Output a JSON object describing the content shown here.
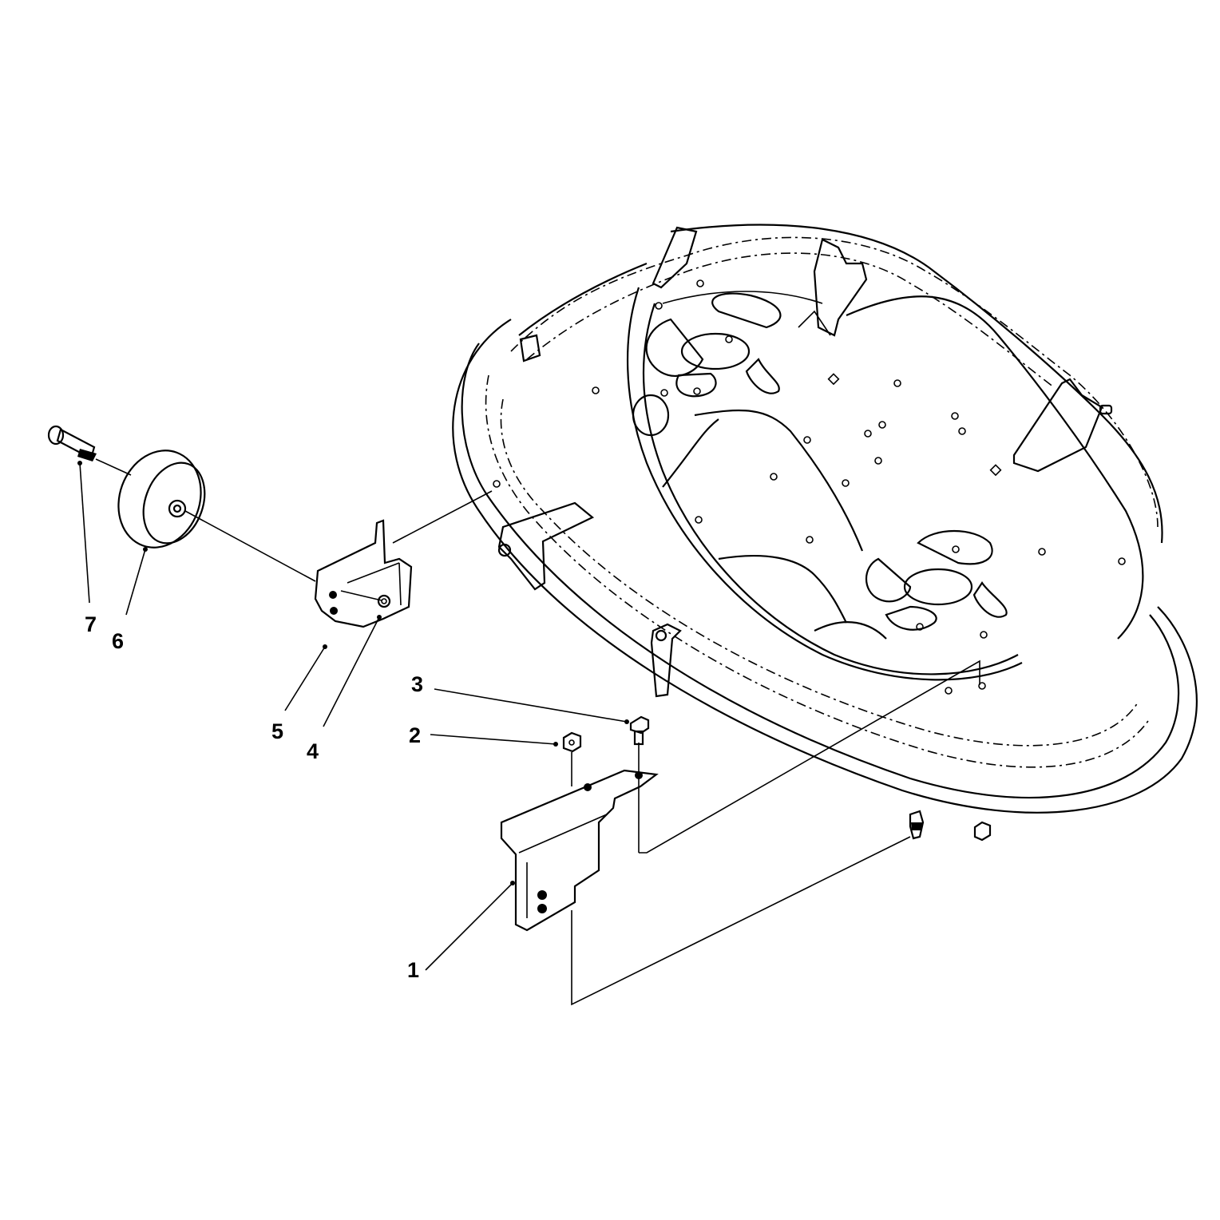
{
  "diagram": {
    "callouts": [
      {
        "id": "1",
        "text": "1",
        "part": "front-bracket"
      },
      {
        "id": "2",
        "text": "2",
        "part": "hex-nut"
      },
      {
        "id": "3",
        "text": "3",
        "part": "carriage-bolt"
      },
      {
        "id": "4",
        "text": "4",
        "part": "lock-nut"
      },
      {
        "id": "5",
        "text": "5",
        "part": "wheel-bracket"
      },
      {
        "id": "6",
        "text": "6",
        "part": "gauge-wheel"
      },
      {
        "id": "7",
        "text": "7",
        "part": "shoulder-bolt"
      }
    ]
  },
  "colors": {
    "ink": "#000000",
    "paper": "#ffffff"
  }
}
